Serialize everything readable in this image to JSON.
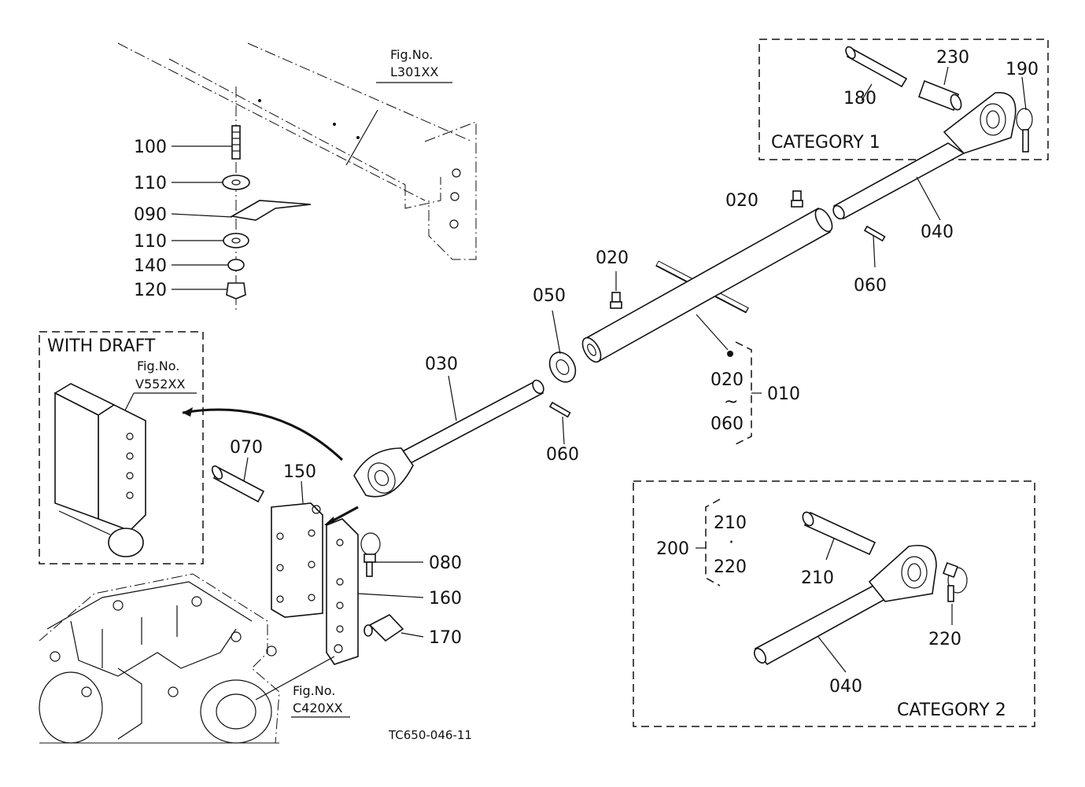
{
  "diagram": {
    "drawing_code": "TC650-046-11",
    "figure_refs": [
      {
        "prefix": "Fig.No.",
        "number": "L301XX"
      },
      {
        "prefix": "Fig.No.",
        "number": "V552XX"
      },
      {
        "prefix": "Fig.No.",
        "number": "C420XX"
      }
    ],
    "boxes": {
      "with_draft": "WITH  DRAFT",
      "category_1": "CATEGORY  1",
      "category_2": "CATEGORY  2"
    },
    "part_labels": {
      "p100": "100",
      "p110a": "110",
      "p090": "090",
      "p110b": "110",
      "p140": "140",
      "p120": "120",
      "p180": "180",
      "p230": "230",
      "p190": "190",
      "p020a": "020",
      "p040a": "040",
      "p060a": "060",
      "p020b": "020",
      "p050": "050",
      "p010": "010",
      "p030": "030",
      "p060b": "060",
      "p070": "070",
      "p150": "150",
      "p080": "080",
      "p160": "160",
      "p170": "170",
      "p200": "200",
      "p210a": "210",
      "p220a": "220",
      "p210b": "210",
      "p220b": "220",
      "p040b": "040"
    },
    "groups": {
      "g010": {
        "from": "020",
        "sep": "~",
        "to": "060"
      },
      "g200": {
        "from": "210",
        "sep": "·",
        "to": "220"
      }
    }
  }
}
